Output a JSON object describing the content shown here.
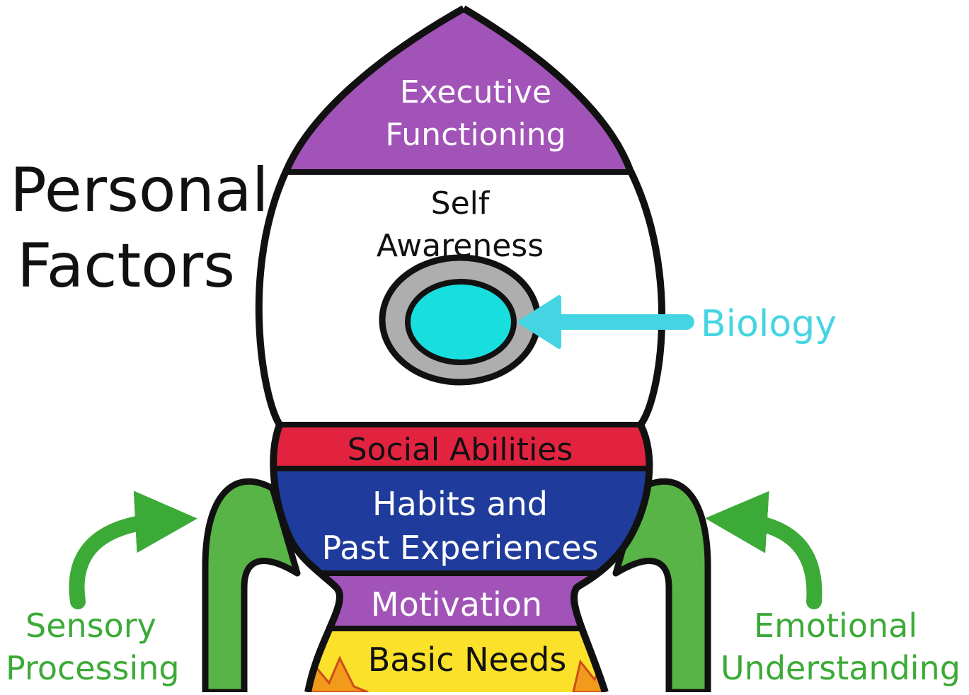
{
  "title": {
    "line1": "Personal",
    "line2": "Factors"
  },
  "layers": {
    "executive_1": "Executive",
    "executive_2": "Functioning",
    "self_1": "Self",
    "self_2": "Awareness",
    "social": "Social Abilities",
    "habits_1": "Habits and",
    "habits_2": "Past Experiences",
    "motivation": "Motivation",
    "basic": "Basic Needs"
  },
  "side_labels": {
    "biology": "Biology",
    "sensory_1": "Sensory",
    "sensory_2": "Processing",
    "emotional_1": "Emotional",
    "emotional_2": "Understanding"
  },
  "colors": {
    "purple": "#a253b8",
    "red": "#e2233f",
    "blue": "#1f3b9b",
    "yellow": "#fbe12a",
    "orange": "#f19a1c",
    "green": "#3caa37",
    "fin_green": "#58b446",
    "cyan": "#19dede",
    "biology_cyan": "#45d5e2",
    "grey": "#aeaeae",
    "outline": "#111111"
  }
}
